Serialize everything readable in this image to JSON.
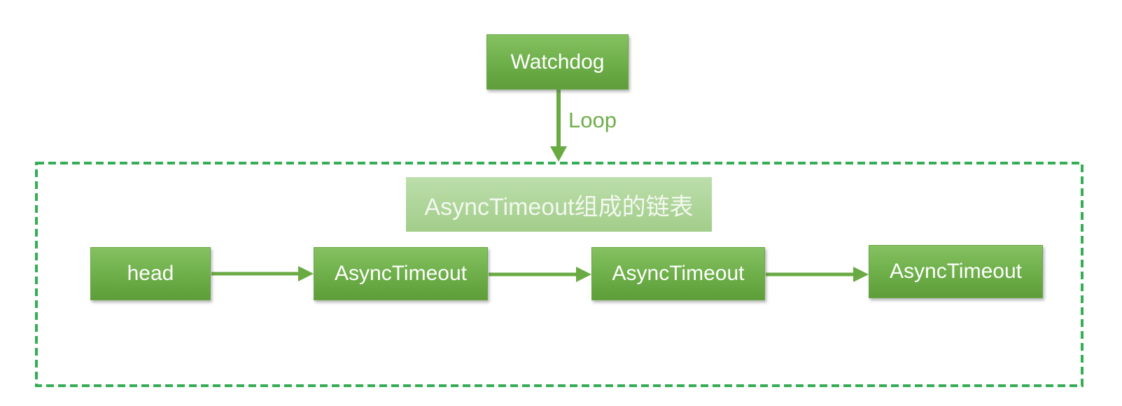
{
  "diagram": {
    "watchdog": {
      "label": "Watchdog"
    },
    "loop_label": "Loop",
    "container_title": "AsyncTimeout组成的链表",
    "chain": [
      {
        "label": "head"
      },
      {
        "label": "AsyncTimeout"
      },
      {
        "label": "AsyncTimeout"
      },
      {
        "label": "AsyncTimeout"
      }
    ],
    "colors": {
      "node_green_top": "#85c161",
      "node_green_bottom": "#5e9d39",
      "arrow_green": "#6aaa43",
      "loop_text_green": "#6eae48",
      "dashed_border_green": "#35ad55",
      "title_bg_top": "#bcdeab",
      "title_bg_bottom": "#a2cd8a",
      "node_text": "#ffffff"
    }
  }
}
